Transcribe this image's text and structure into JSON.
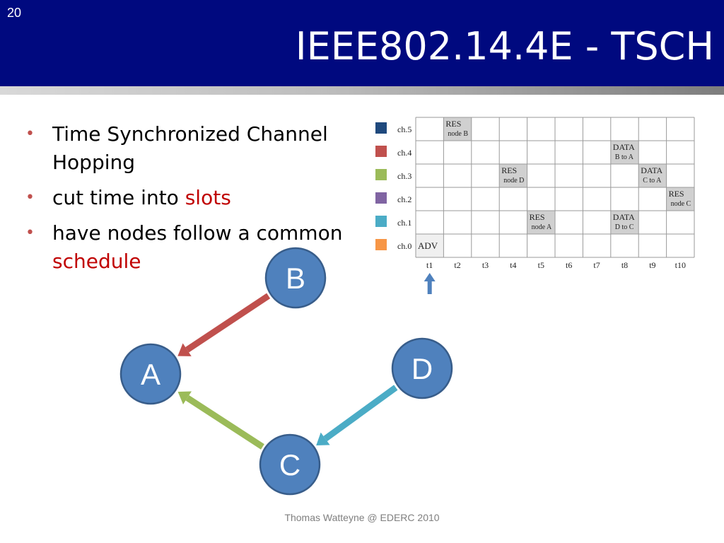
{
  "slide": {
    "number": "20",
    "title": "IEEE802.14.4E - TSCH",
    "footer": "Thomas Watteyne @ EDERC 2010"
  },
  "bullets": [
    {
      "parts": [
        {
          "text": "Time Synchronized Channel Hopping",
          "emphasis": false
        }
      ]
    },
    {
      "parts": [
        {
          "text": "cut time into ",
          "emphasis": false
        },
        {
          "text": "slots",
          "emphasis": true
        }
      ]
    },
    {
      "parts": [
        {
          "text": "have nodes follow a common ",
          "emphasis": false
        },
        {
          "text": "schedule",
          "emphasis": true
        }
      ]
    }
  ],
  "schedule": {
    "channels": [
      {
        "label": "ch.5",
        "color": "#1f497d"
      },
      {
        "label": "ch.4",
        "color": "#c0504d"
      },
      {
        "label": "ch.3",
        "color": "#9bbb59"
      },
      {
        "label": "ch.2",
        "color": "#8064a2"
      },
      {
        "label": "ch.1",
        "color": "#4bacc6"
      },
      {
        "label": "ch.0",
        "color": "#f79646"
      }
    ],
    "timeslots": [
      "t1",
      "t2",
      "t3",
      "t4",
      "t5",
      "t6",
      "t7",
      "t8",
      "t9",
      "t10"
    ],
    "cells": [
      {
        "channel": 5,
        "slot": 2,
        "title": "RES",
        "sub": "node B",
        "shade": "#d0d0d0"
      },
      {
        "channel": 4,
        "slot": 8,
        "title": "DATA",
        "sub": "B to A",
        "shade": "#d0d0d0"
      },
      {
        "channel": 3,
        "slot": 4,
        "title": "RES",
        "sub": "node D",
        "shade": "#d0d0d0"
      },
      {
        "channel": 3,
        "slot": 9,
        "title": "DATA",
        "sub": "C to A",
        "shade": "#d0d0d0"
      },
      {
        "channel": 2,
        "slot": 10,
        "title": "RES",
        "sub": "node C",
        "shade": "#d0d0d0"
      },
      {
        "channel": 1,
        "slot": 5,
        "title": "RES",
        "sub": "node A",
        "shade": "#d0d0d0"
      },
      {
        "channel": 1,
        "slot": 8,
        "title": "DATA",
        "sub": "D to C",
        "shade": "#d0d0d0"
      },
      {
        "channel": 0,
        "slot": 1,
        "title": "ADV",
        "sub": "",
        "shade": "#f0f0f0"
      }
    ],
    "current_slot": 1,
    "marker_color": "#4f81bd"
  },
  "graph": {
    "node_fill": "#4f81bd",
    "node_stroke": "#385d8a",
    "nodes": [
      {
        "id": "B",
        "label": "B"
      },
      {
        "id": "A",
        "label": "A"
      },
      {
        "id": "D",
        "label": "D"
      },
      {
        "id": "C",
        "label": "C"
      }
    ],
    "edges": [
      {
        "from": "B",
        "to": "A",
        "color": "#c0504d"
      },
      {
        "from": "C",
        "to": "A",
        "color": "#9bbb59"
      },
      {
        "from": "D",
        "to": "C",
        "color": "#4bacc6"
      }
    ]
  }
}
